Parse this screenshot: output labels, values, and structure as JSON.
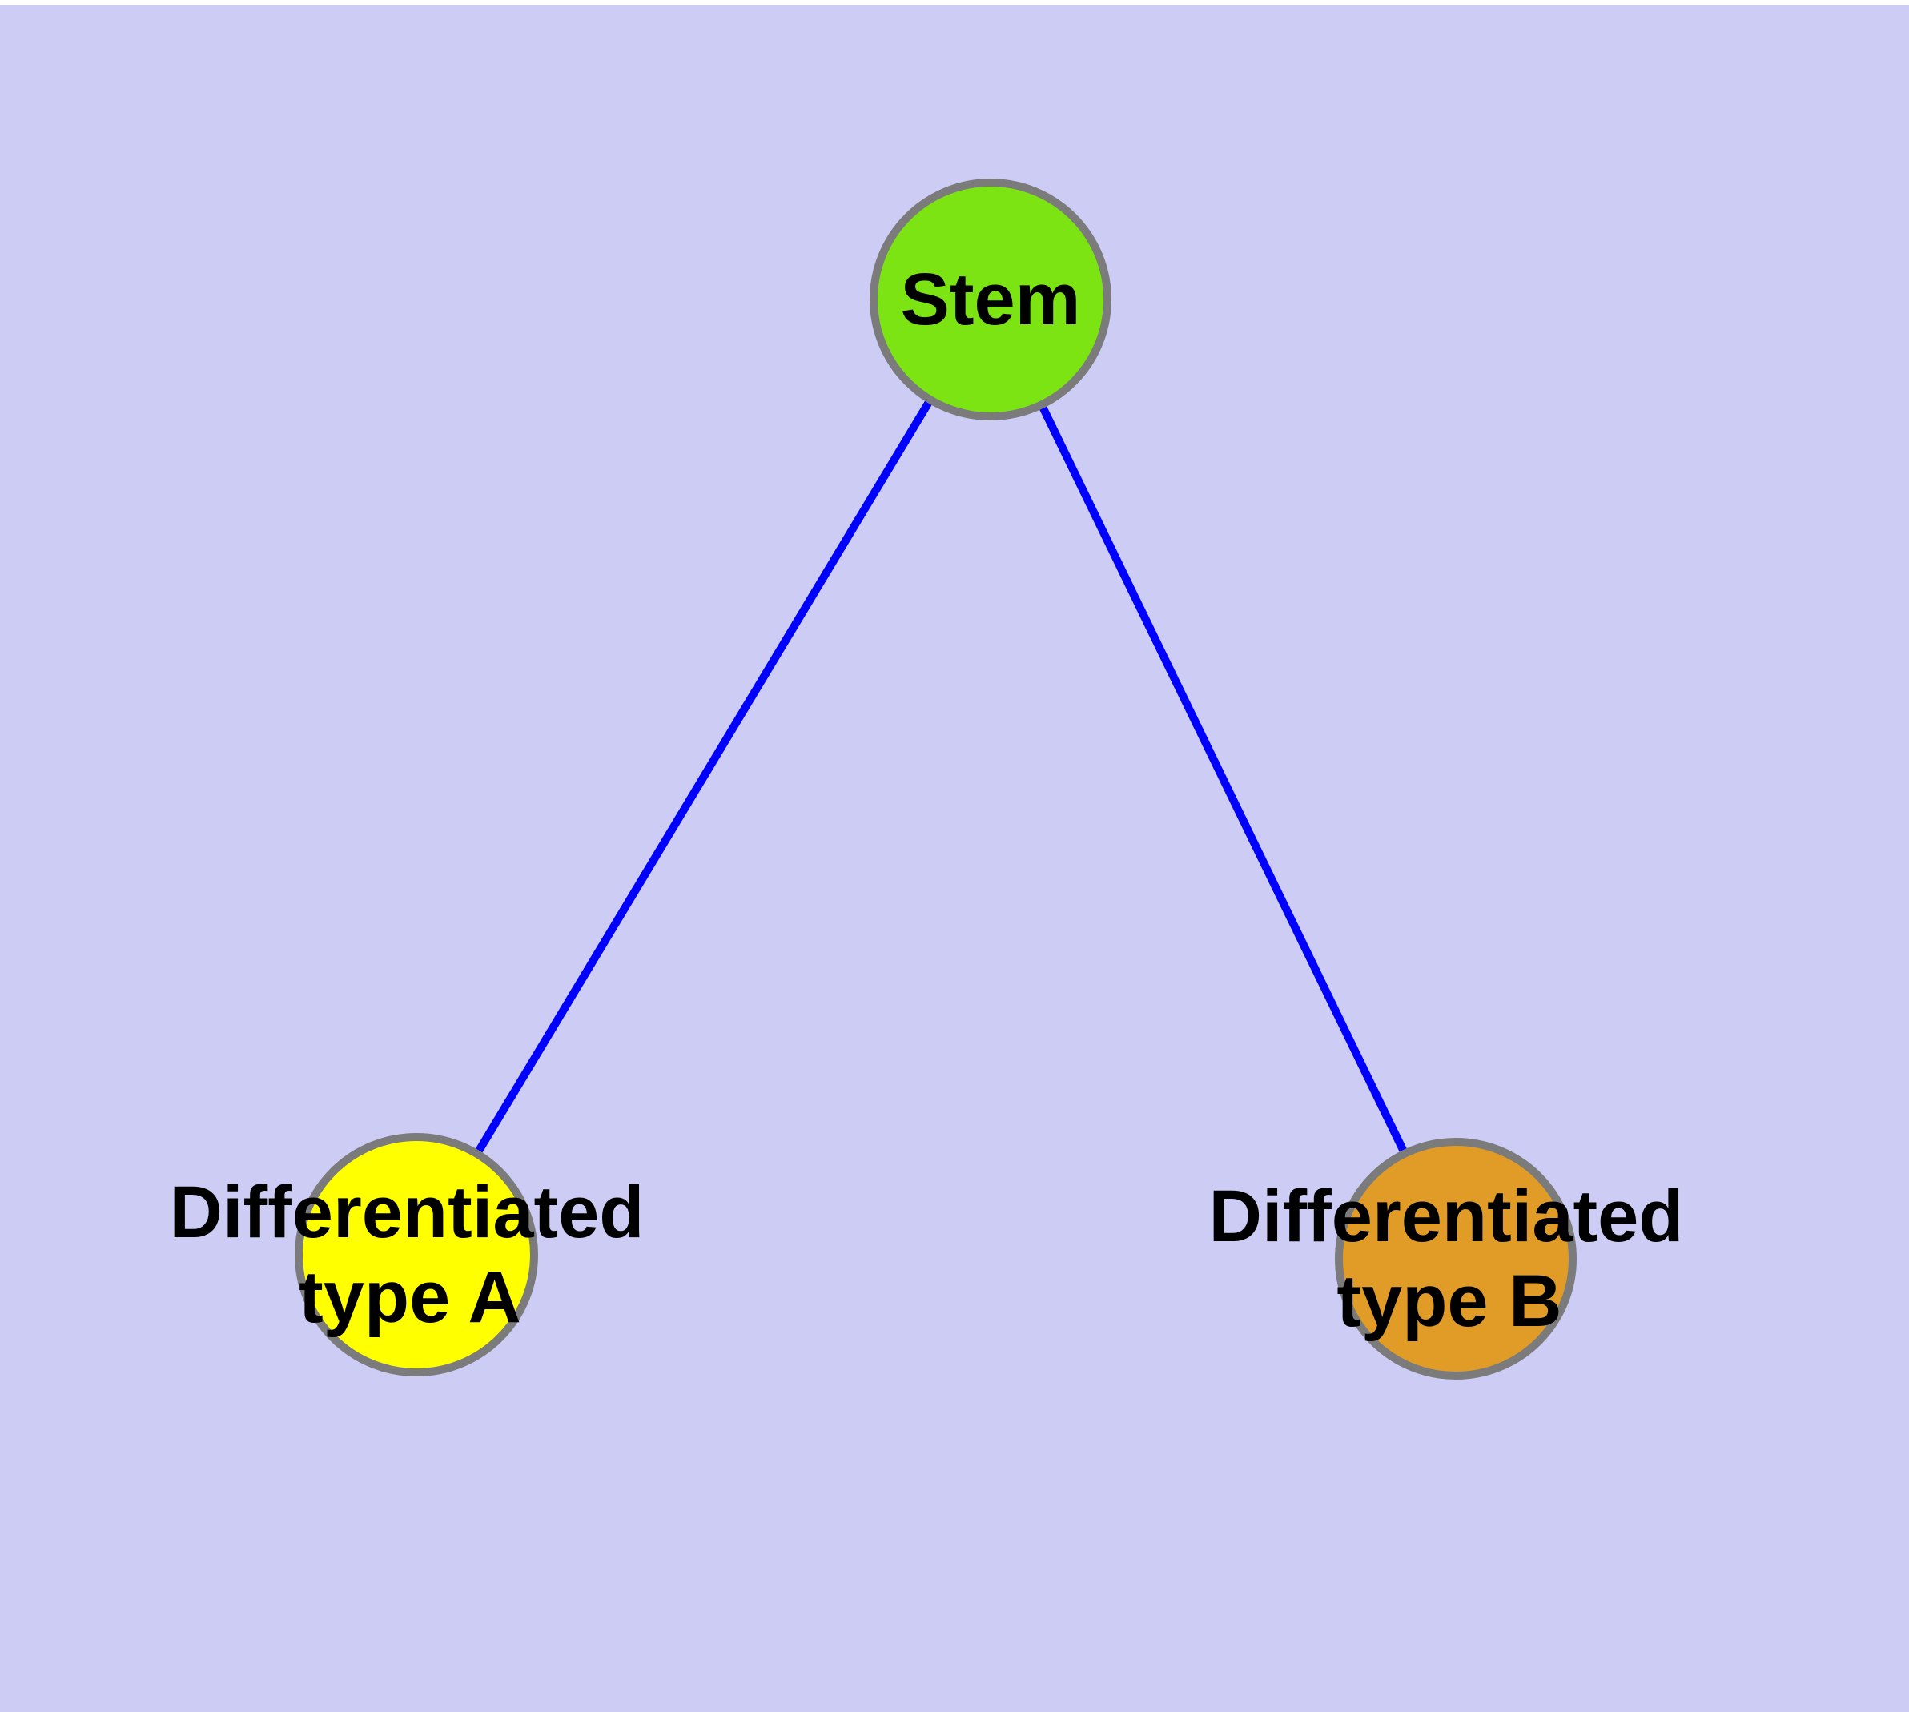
{
  "diagram": {
    "type": "node-link-graph",
    "colors": {
      "background": "#CCCCF4",
      "top_margin": "#FFFFFF",
      "edge": "#0000FF",
      "node_border": "#7B7B7B",
      "label_text": "#000000"
    },
    "nodes": [
      {
        "id": "stem",
        "label": "Stem",
        "lines": [
          "Stem"
        ],
        "fill": "#7CE412"
      },
      {
        "id": "differentiated-type-a",
        "label": "Differentiated type A",
        "lines": [
          "Differentiated",
          "type A"
        ],
        "fill": "#FFFF00"
      },
      {
        "id": "differentiated-type-b",
        "label": "Differentiated type B",
        "lines": [
          "Differentiated",
          "type B"
        ],
        "fill": "#E09C27"
      }
    ],
    "edges": [
      {
        "from": "stem",
        "to": "differentiated-type-a"
      },
      {
        "from": "stem",
        "to": "differentiated-type-b"
      }
    ]
  }
}
